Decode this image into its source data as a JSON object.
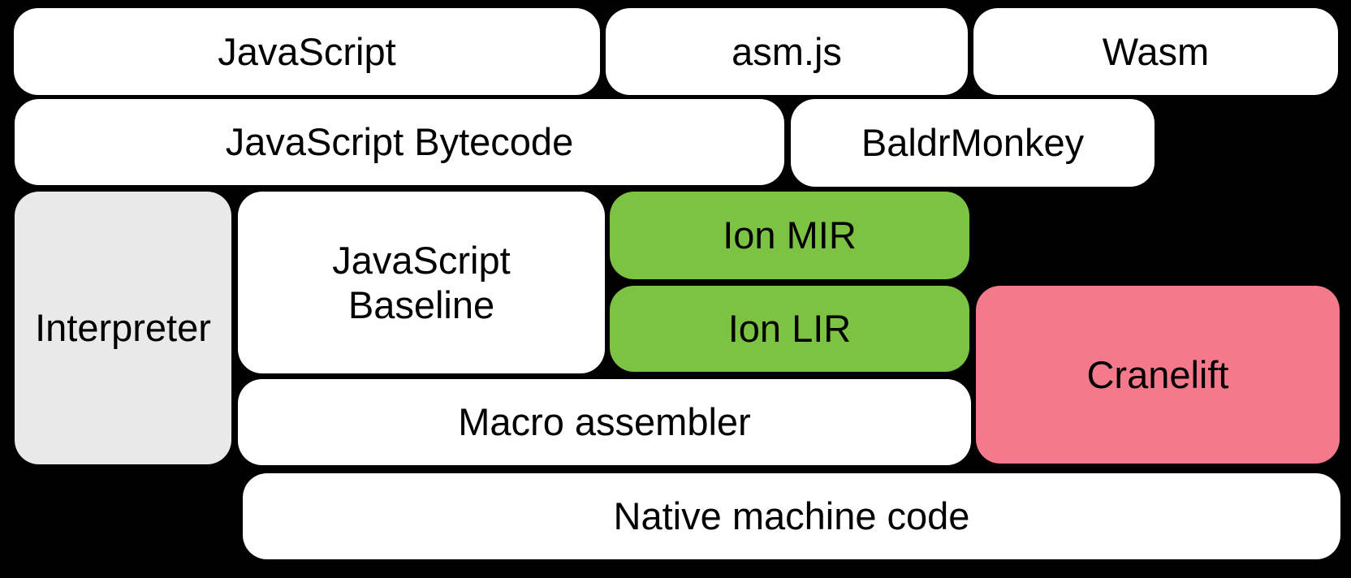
{
  "canvas": {
    "background": "#000000",
    "description": "Compiler pipeline diagram with rounded boxes on black background"
  },
  "palette": {
    "white": "#ffffff",
    "gray": "#e9e9e9",
    "green": "#7cc344",
    "pink": "#f4798b",
    "text": "#000000"
  },
  "boxes": {
    "javascript": {
      "label": "JavaScript",
      "fill": "#ffffff"
    },
    "asmjs": {
      "label": "asm.js",
      "fill": "#ffffff"
    },
    "wasm": {
      "label": "Wasm",
      "fill": "#ffffff"
    },
    "js_bytecode": {
      "label": "JavaScript Bytecode",
      "fill": "#ffffff"
    },
    "baldrmonkey": {
      "label": "BaldrMonkey",
      "fill": "#ffffff"
    },
    "interpreter": {
      "label": "Interpreter",
      "fill": "#e9e9e9"
    },
    "js_baseline": {
      "label": "JavaScript Baseline",
      "line1": "JavaScript",
      "line2": "Baseline",
      "fill": "#ffffff"
    },
    "ion_mir": {
      "label": "Ion MIR",
      "fill": "#7cc344"
    },
    "ion_lir": {
      "label": "Ion LIR",
      "fill": "#7cc344"
    },
    "cranelift": {
      "label": "Cranelift",
      "fill": "#f4798b"
    },
    "macro_assembler": {
      "label": "Macro assembler",
      "fill": "#ffffff"
    },
    "native_machine_code": {
      "label": "Native machine code",
      "fill": "#ffffff"
    }
  }
}
